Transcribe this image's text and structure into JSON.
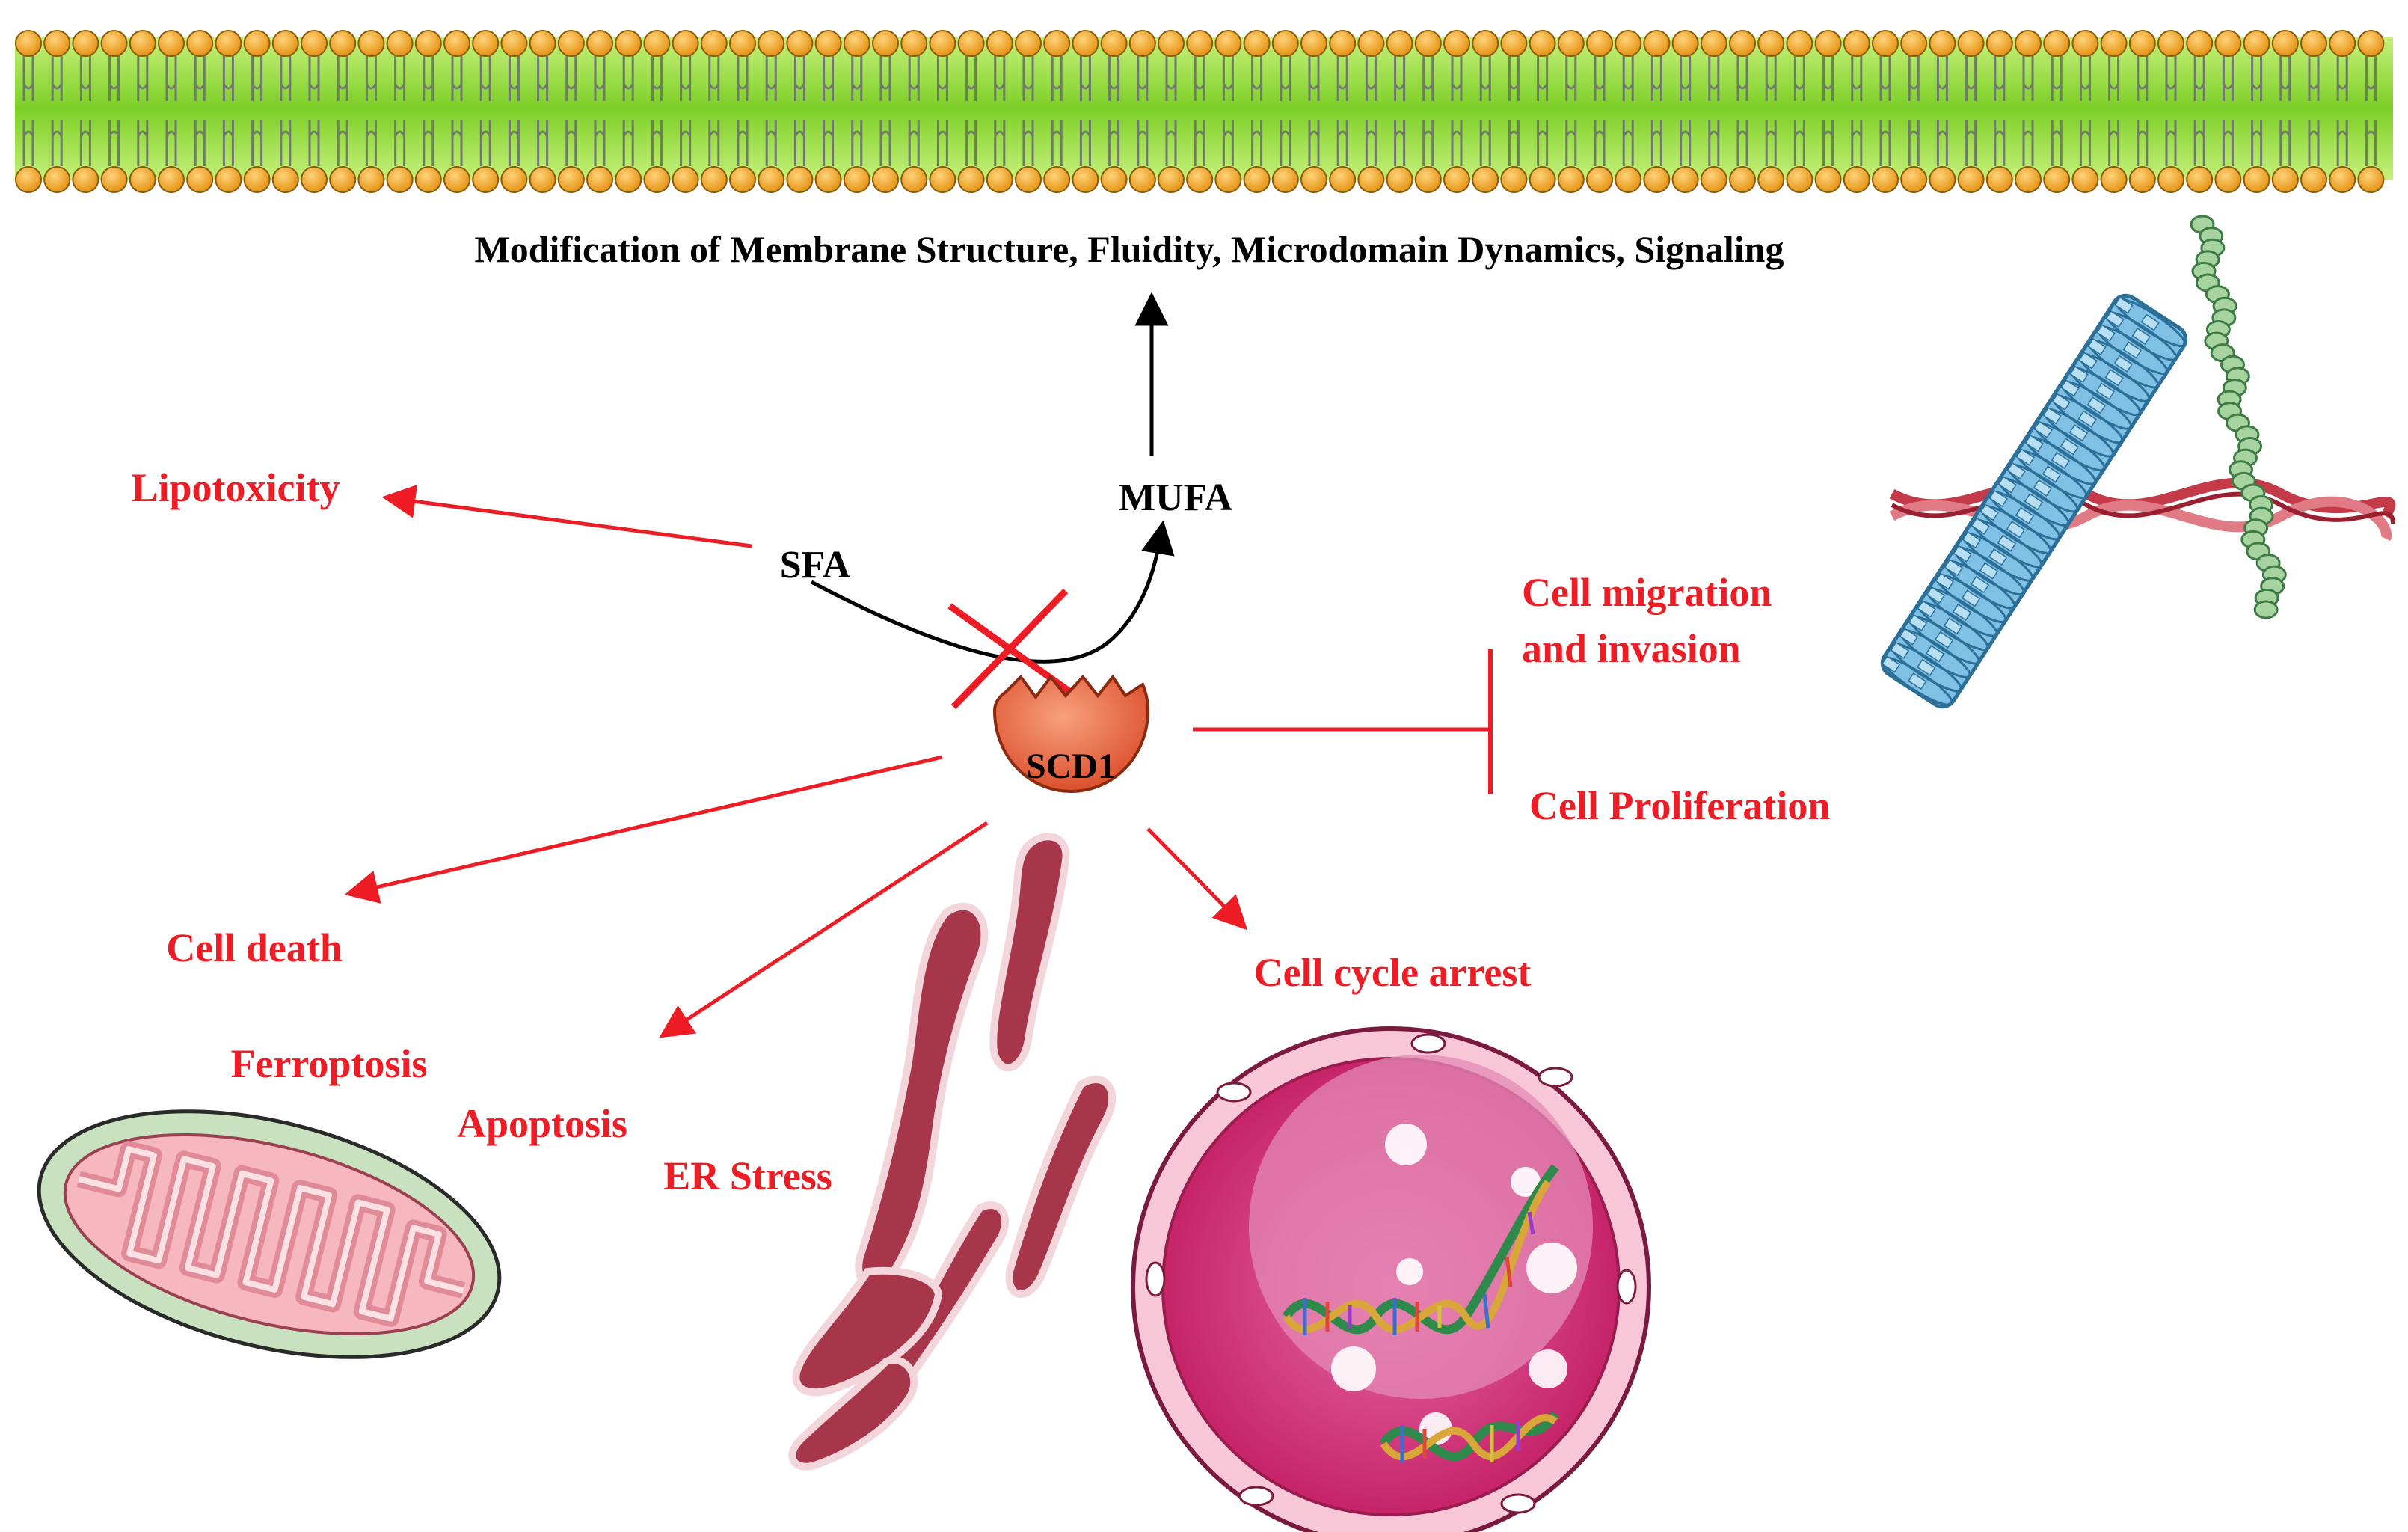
{
  "header": {
    "membrane_caption": "Modification of Membrane Structure, Fluidity, Microdomain Dynamics, Signaling"
  },
  "molecules": {
    "sfa": "SFA",
    "mufa": "MUFA",
    "enzyme": "SCD1"
  },
  "outcomes": {
    "lipotoxicity": "Lipotoxicity",
    "migration_line1": "Cell migration",
    "migration_line2": "and invasion",
    "proliferation": "Cell Proliferation",
    "cell_death": "Cell death",
    "ferroptosis": "Ferroptosis",
    "apoptosis": "Apoptosis",
    "er_stress": "ER Stress",
    "cell_cycle_arrest": "Cell cycle arrest"
  },
  "colors": {
    "red": "#ee1c25",
    "black": "#000000",
    "membrane_green": "#8ee02f",
    "lipid_head_orange": "#f0a21c",
    "enzyme_red": "#e85a3a",
    "er_red": "#a83a4a",
    "nucleus_pink": "#d42f7c",
    "mito_green": "#c6dfc0",
    "mito_pink": "#f4a6b0",
    "microtubule_blue": "#6fb3d9",
    "filament_green": "#a6d3a0",
    "actin_red": "#c53a48"
  }
}
